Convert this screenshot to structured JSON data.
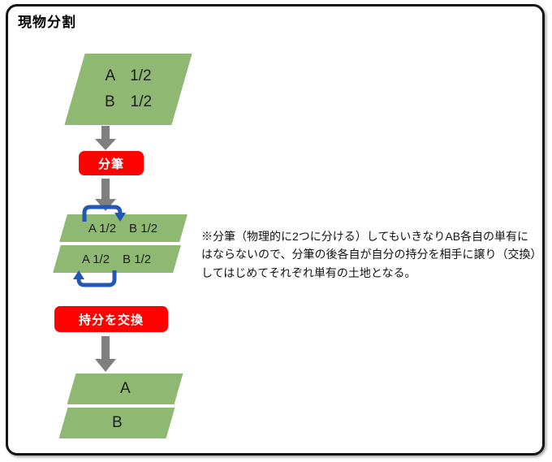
{
  "title": "現物分割",
  "diagram": {
    "top_parcel": {
      "line1": "A　1/2",
      "line2": "B　1/2"
    },
    "step1_label": "分筆",
    "mid_parcel1": {
      "left": "A 1/2",
      "right": "B 1/2"
    },
    "mid_parcel2": {
      "left": "A 1/2",
      "right": "B 1/2"
    },
    "step2_label": "持分を交換",
    "bottom_parcel_a": "A",
    "bottom_parcel_b": "B"
  },
  "note": "※分筆（物理的に2つに分ける）してもいきなりAB各自の単有にはならないので、分筆の後各自が自分の持分を相手に譲り（交換）してはじめてそれぞれ単有の土地となる。",
  "colors": {
    "parcel_green": "#8fb873",
    "step_red": "#fe0202",
    "arrow_gray": "#7f7f7f",
    "swap_blue": "#2257b8",
    "frame_border": "#151515"
  }
}
